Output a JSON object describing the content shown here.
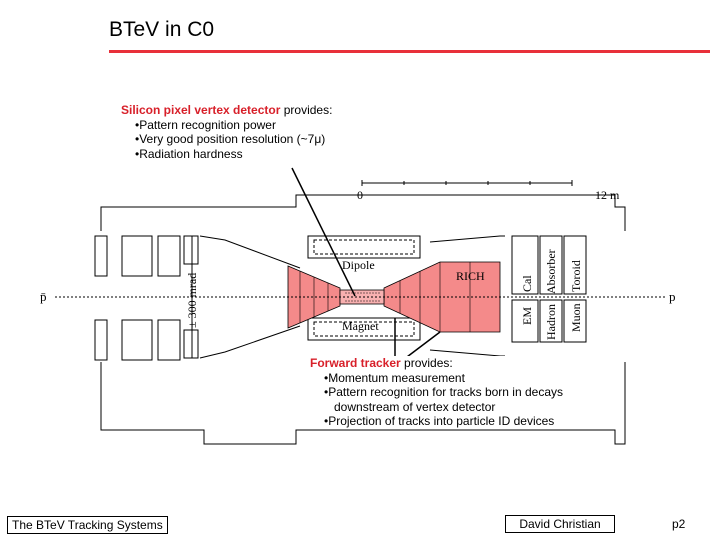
{
  "slide": {
    "title": "BTeV in C0",
    "colors": {
      "accent_rule": "#e8303a",
      "callout_heading": "#d8202a",
      "magnet_fill": "#f48a8a"
    }
  },
  "pixel_callout": {
    "heading": "Silicon pixel vertex detector",
    "heading_suffix": " provides:",
    "bullets": [
      "•Pattern recognition power",
      "•Very good position resolution (~7μ)",
      "•Radiation hardness"
    ]
  },
  "tracker_callout": {
    "heading": "Forward tracker",
    "heading_suffix": " provides:",
    "bullets": [
      "•Momentum measurement",
      "•Pattern recognition for tracks born in decays",
      "downstream of vertex detector",
      "•Projection of tracks into particle ID devices"
    ]
  },
  "diagram": {
    "scale_start": "0",
    "scale_end": "12 m",
    "beam_left": "p̄",
    "beam_right": "p",
    "angle_label": "± 300  mrad",
    "dipole_label": "Dipole",
    "magnet_label": "Magnet",
    "rich_label": "RICH",
    "em_label": "EM",
    "cal_label": "Cal",
    "hadron_label": "Hadron",
    "absorber_label": "Absorber",
    "muon_label": "Muon",
    "toroid_label": "Toroid"
  },
  "footer": {
    "left": "The BTeV Tracking Systems",
    "right": "David Christian",
    "page": "p2"
  }
}
